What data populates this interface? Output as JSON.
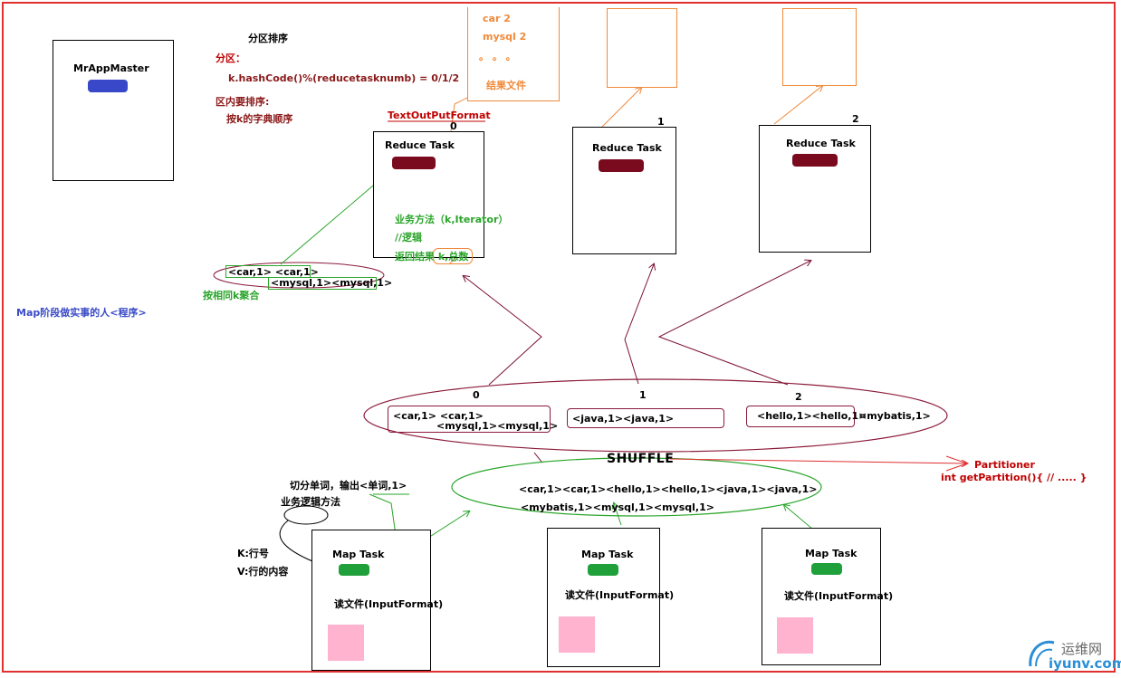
{
  "appmaster": {
    "label": "MrAppMaster"
  },
  "notes": {
    "title": "分区排序",
    "partition_label": "分区：",
    "partition_formula": "k.hashCode()%(reducetasknumb) = 0/1/2",
    "sort_label": "区内要排序:",
    "sort_rule": "按k的字典顺序"
  },
  "output": {
    "file_lines": [
      "car   2",
      "mysql  2",
      "。 。 。"
    ],
    "file_label": "结果文件",
    "format_label": "TextOutPutFormat"
  },
  "reduce": {
    "task_label": "Reduce Task",
    "numbers": [
      "0",
      "1",
      "2"
    ],
    "logic_lines": [
      "业务方法（k,Iterator）",
      "//逻辑",
      "返回结果 k,总数"
    ]
  },
  "grouped": {
    "row1": "<car,1>  <car,1>",
    "row2": "<mysql,1><mysql,1>",
    "label": "按相同k聚合"
  },
  "map_note": "Map阶段做实事的人<程序>",
  "partitions": {
    "numbers": [
      "0",
      "1",
      "2"
    ],
    "p0_line1": "<car,1>   <car,1>",
    "p0_line2": "<mysql,1><mysql,1>",
    "p1": "<java,1><java,1>",
    "p2_a": "<hello,1><hello,1>",
    "p2_b": "<mybatis,1>"
  },
  "shuffle": {
    "title": "SHUFFLE",
    "line1": "<car,1><car,1><hello,1><hello,1><java,1><java,1>",
    "line2": "<mybatis,1><mysql,1><mysql,1>"
  },
  "partitioner": {
    "title": "Partitioner",
    "code": "int getPartition(){    //    ..... }"
  },
  "map": {
    "task_label": "Map Task",
    "read_label": "读文件(InputFormat)",
    "split_label": "切分单词，输出<单词,1>",
    "logic_label": "业务逻辑方法",
    "k_label": "K:行号",
    "v_label": "V:行的内容"
  },
  "watermark": {
    "cn": "运维网",
    "url": "iyunv.com"
  },
  "colors": {
    "frame": "#e03030",
    "reduce_pill": "#7a0a1e",
    "map_pill": "#1fa03a",
    "app_pill": "#3848c8",
    "pink": "#ffb3cf"
  }
}
